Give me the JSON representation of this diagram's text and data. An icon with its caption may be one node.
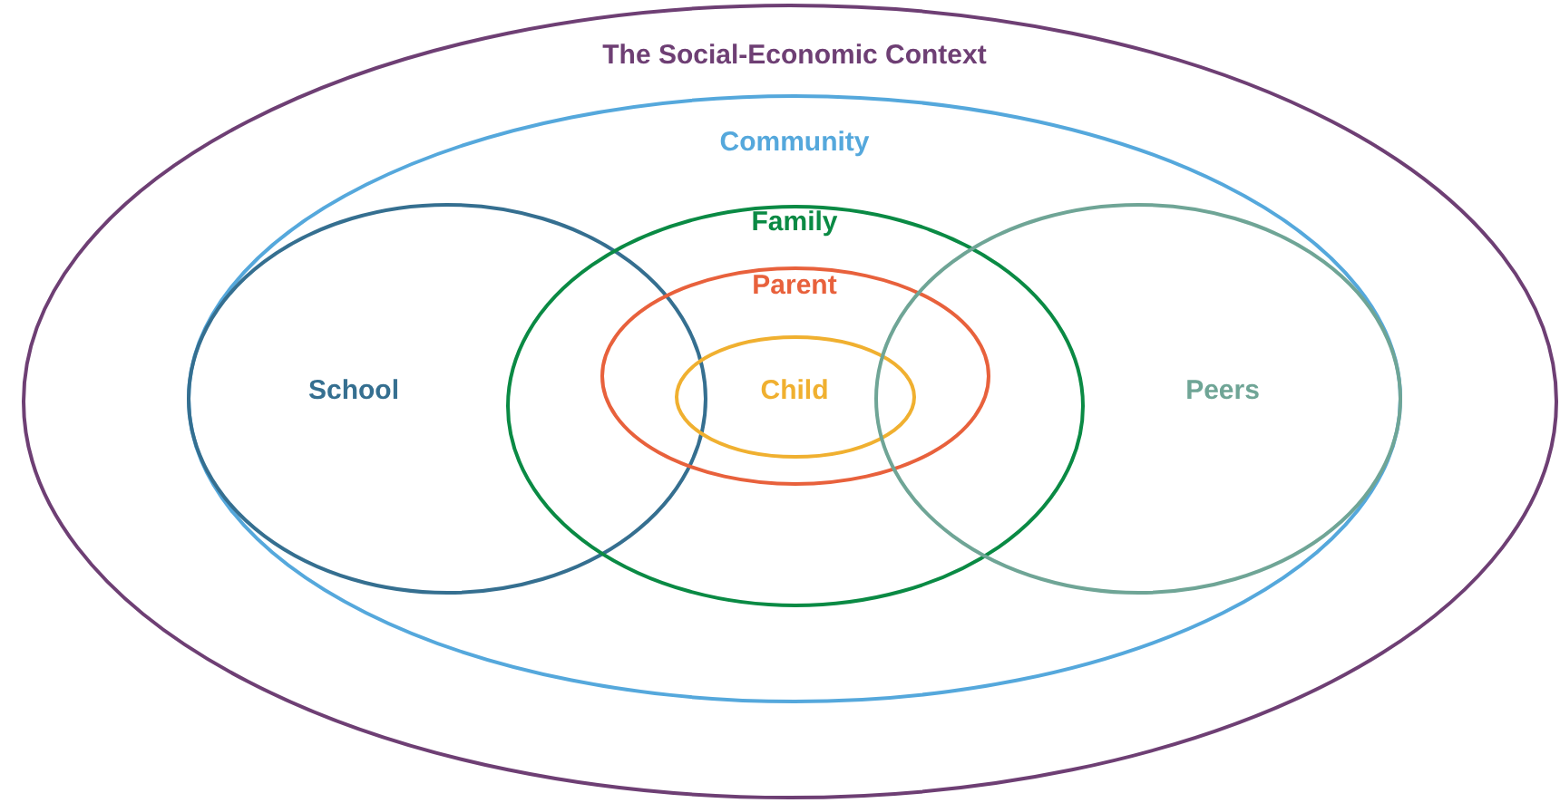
{
  "diagram": {
    "nodes": [
      {
        "text": [
          "The Social-Economic Context"
        ]
      },
      {
        "text": [
          "Community"
        ],
        "in": 0
      },
      {
        "text": [
          "School"
        ],
        "in": 1
      },
      {
        "text": [
          "Family"
        ],
        "in": 1
      },
      {
        "text": [
          "Parent"
        ],
        "in": 3
      },
      {
        "text": [
          "Child"
        ],
        "in": 4
      },
      {
        "text": [
          "Peers"
        ],
        "in": 1
      }
    ]
  }
}
